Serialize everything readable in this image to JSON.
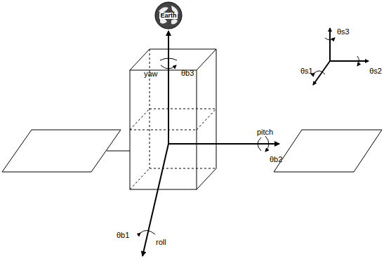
{
  "diagram": {
    "nodes": [
      {
        "text": [
          "Earth"
        ]
      }
    ],
    "labels": [
      "yaw",
      "θb3",
      "pitch",
      "θb2",
      "θs3",
      "θs1",
      "θs2",
      "θb1",
      "roll"
    ]
  }
}
